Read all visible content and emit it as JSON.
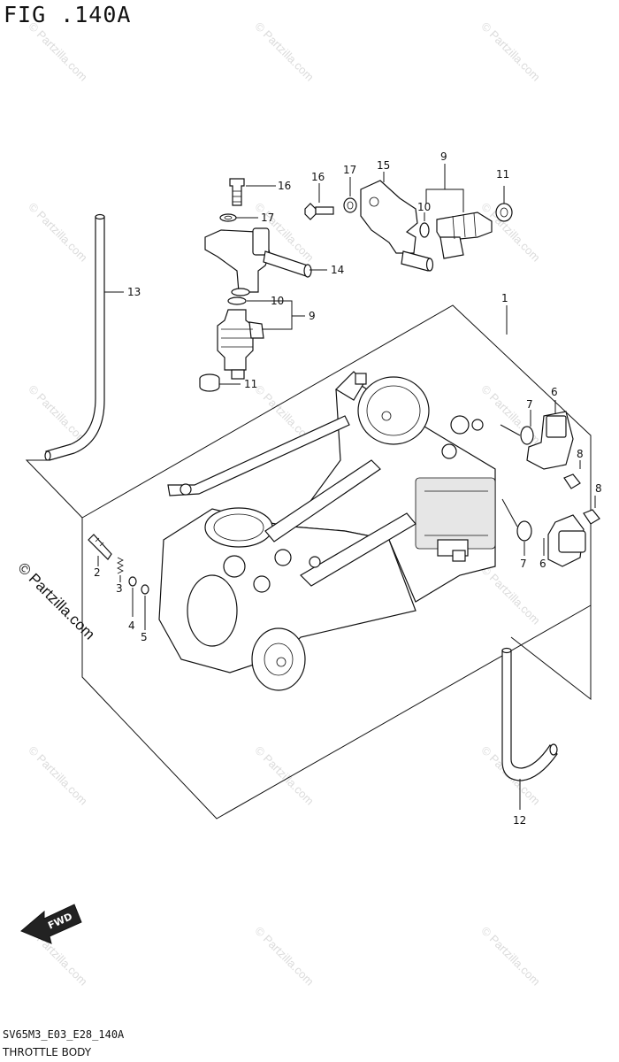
{
  "figure": {
    "title": "FIG .140A",
    "code": "SV65M3_E03_E28_140A",
    "name": "THROTTLE BODY",
    "watermark": "© Partzilla.com",
    "fwd_label": "FWD"
  },
  "callouts": [
    {
      "id": "c1",
      "label": "1"
    },
    {
      "id": "c2",
      "label": "2"
    },
    {
      "id": "c3",
      "label": "3"
    },
    {
      "id": "c4",
      "label": "4"
    },
    {
      "id": "c5",
      "label": "5"
    },
    {
      "id": "c6a",
      "label": "6"
    },
    {
      "id": "c6b",
      "label": "6"
    },
    {
      "id": "c7a",
      "label": "7"
    },
    {
      "id": "c7b",
      "label": "7"
    },
    {
      "id": "c8a",
      "label": "8"
    },
    {
      "id": "c8b",
      "label": "8"
    },
    {
      "id": "c9a",
      "label": "9"
    },
    {
      "id": "c9b",
      "label": "9"
    },
    {
      "id": "c10a",
      "label": "10"
    },
    {
      "id": "c10b",
      "label": "10"
    },
    {
      "id": "c11a",
      "label": "11"
    },
    {
      "id": "c11b",
      "label": "11"
    },
    {
      "id": "c12",
      "label": "12"
    },
    {
      "id": "c13",
      "label": "13"
    },
    {
      "id": "c14",
      "label": "14"
    },
    {
      "id": "c15",
      "label": "15"
    },
    {
      "id": "c16a",
      "label": "16"
    },
    {
      "id": "c16b",
      "label": "16"
    },
    {
      "id": "c17a",
      "label": "17"
    },
    {
      "id": "c17b",
      "label": "17"
    }
  ]
}
